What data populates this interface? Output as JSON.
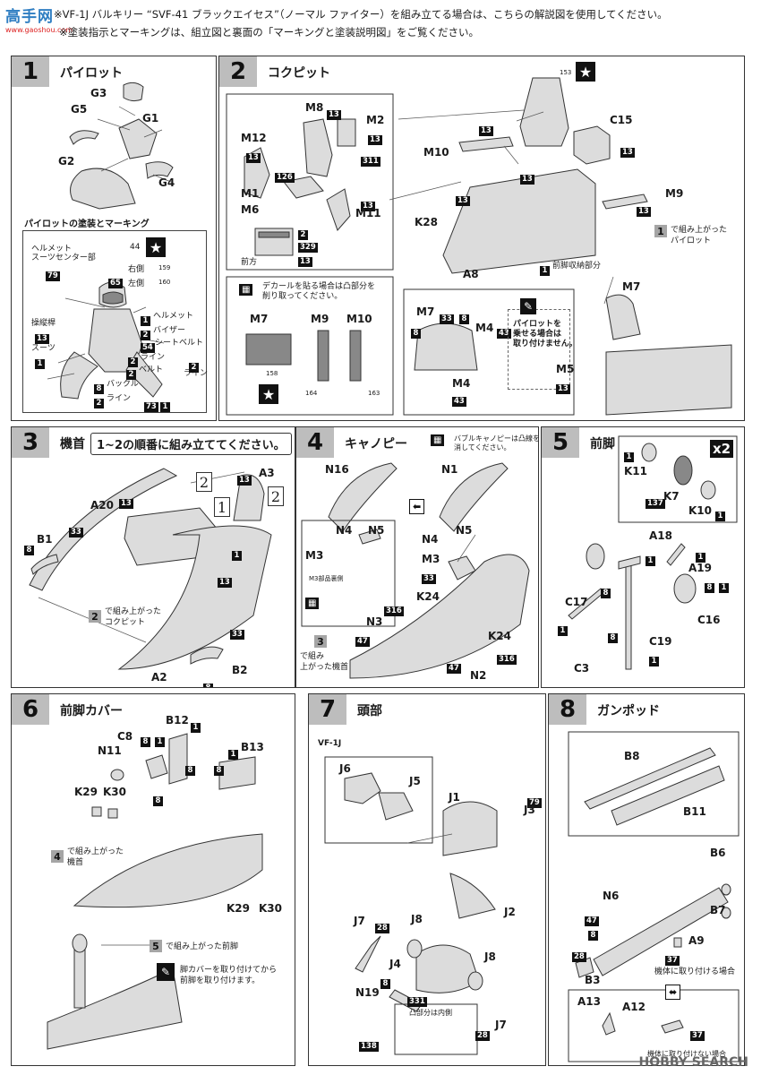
{
  "header": {
    "watermark_top": "高手网",
    "watermark_sub": "www.gaoshou.com",
    "note1": "※VF-1J バルキリー “SVF-41 ブラックエイセス”（ノーマル ファイター）を組み立てる場合は、こちらの解説図を使用してください。",
    "note2": "※塗装指示とマーキングは、組立図と裏面の「マーキングと塗装説明図」をご覧ください。"
  },
  "footer": {
    "watermark": "HOBBY SEARCH"
  },
  "steps": [
    {
      "num": "1",
      "title": "パイロット"
    },
    {
      "num": "2",
      "title": "コクピット"
    },
    {
      "num": "3",
      "title": "機首",
      "order_note": "1~2の順番に組み立ててください。"
    },
    {
      "num": "4",
      "title": "キャノピー"
    },
    {
      "num": "5",
      "title": "前脚"
    },
    {
      "num": "6",
      "title": "前脚カバー"
    },
    {
      "num": "7",
      "title": "頭部"
    },
    {
      "num": "8",
      "title": "ガンポッド"
    }
  ],
  "step1": {
    "parts": [
      "G3",
      "G5",
      "G1",
      "G2",
      "G4"
    ],
    "sub_title": "パイロットの塗装とマーキング",
    "helmet_center": "ヘルメット\nスーツセンター部",
    "right": "右側",
    "left": "左側",
    "stick": "操縦桿",
    "suit": "スーツ",
    "helmet": "ヘルメット",
    "visor": "バイザー",
    "seatbelt": "シートベルト",
    "line": "ライン",
    "belt": "ベルト",
    "buckle": "バックル",
    "codes": {
      "c79": "79",
      "c65": "65",
      "c13": "13",
      "c1": "1",
      "c2": "2",
      "c54": "54",
      "c8": "8",
      "c73": "73",
      "c44": "44",
      "d159": "159",
      "d160": "160"
    }
  },
  "step2": {
    "parts": [
      "M8",
      "M2",
      "M12",
      "M1",
      "M6",
      "M11",
      "M10",
      "C15",
      "M9",
      "K28",
      "A8",
      "M7",
      "M4",
      "M5"
    ],
    "front": "前方",
    "nose_gear_storage": "前脚収納部分",
    "assembled_pilot": "で組み上がった\nパイロット",
    "decal_note": "デカールを貼る場合は凸部分を\n削り取ってください。",
    "decal_parts": [
      "M7",
      "M9",
      "M10"
    ],
    "pilot_note": "パイロットを\n乗せる場合は\n取り付けません。",
    "codes": {
      "c13": "13",
      "c126": "126",
      "c311": "311",
      "c2": "2",
      "c329": "329",
      "c33": "33",
      "c8": "8",
      "c43": "43",
      "c1": "1",
      "d153": "153",
      "d158": "158",
      "d164": "164",
      "d163": "163"
    }
  },
  "step3": {
    "parts": [
      "A3",
      "A20",
      "B1",
      "A2",
      "B2"
    ],
    "assembled": "で組み上がった\nコクピット",
    "codes": {
      "c13": "13",
      "c8": "8",
      "c33": "33",
      "c1": "1",
      "c2": "2"
    },
    "order_marks": [
      "1",
      "2",
      "2"
    ]
  },
  "step4": {
    "parts": [
      "N16",
      "N1",
      "N4",
      "N5",
      "M3",
      "K24",
      "N3",
      "N2"
    ],
    "bubble_note": "バブルキャノピーは凸線を\n消してください。",
    "m3_back": "M3部品裏側",
    "assembled": "で組み\n上がった機首",
    "codes": {
      "c33": "33",
      "c316": "316",
      "c47": "47",
      "c3": "3"
    }
  },
  "step5": {
    "parts": [
      "K11",
      "K7",
      "K10",
      "A18",
      "A19",
      "C17",
      "C16",
      "C19",
      "C3"
    ],
    "x2": "x2",
    "codes": {
      "c1": "1",
      "c137": "137",
      "c8": "8"
    }
  },
  "step6": {
    "parts": [
      "C8",
      "B12",
      "B13",
      "N11",
      "K29",
      "K30"
    ],
    "assembled_nose": "で組み上がった\n機首",
    "assembled_gear": "で組み上がった前脚",
    "note": "脚カバーを取り付けてから\n前脚を取り付けます。",
    "codes": {
      "c8": "8",
      "c1": "1",
      "c4": "4",
      "c5": "5"
    }
  },
  "step7": {
    "variant": "VF-1J",
    "parts": [
      "J6",
      "J5",
      "J1",
      "J3",
      "J2",
      "J7",
      "J8",
      "J4",
      "N19"
    ],
    "convex_inside": "凸部分は内側",
    "codes": {
      "c79": "79",
      "c28": "28",
      "c8": "8",
      "c331": "331",
      "c138": "138"
    }
  },
  "step8": {
    "parts": [
      "B8",
      "B11",
      "B6",
      "B7",
      "N6",
      "A9",
      "B3",
      "A13",
      "A12"
    ],
    "attach_note": "機体に取り付ける場合",
    "bottom_note": "機体に取り付けない場合",
    "codes": {
      "c47": "47",
      "c8": "8",
      "c28": "28",
      "c37": "37"
    }
  }
}
